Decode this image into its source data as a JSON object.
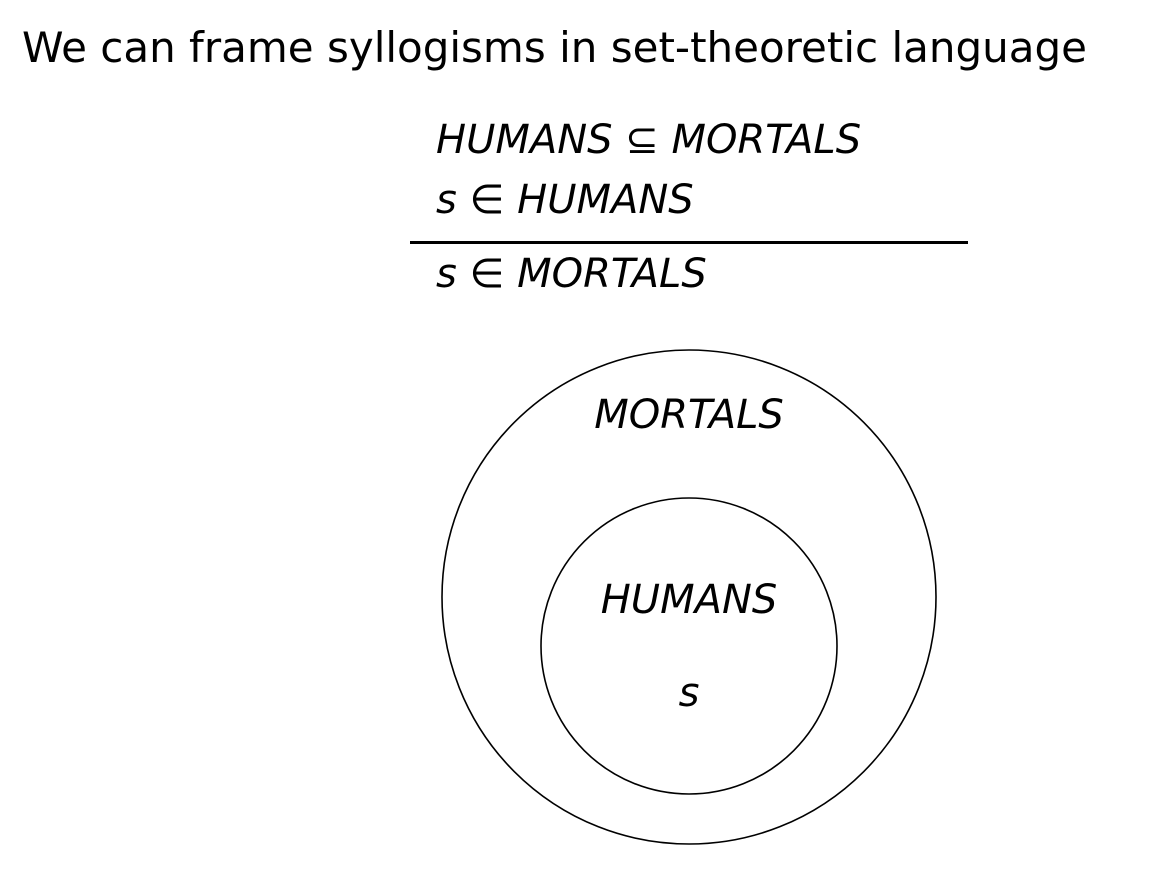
{
  "slide": {
    "title": "We can frame syllogisms in set-theoretic language"
  },
  "syllogism": {
    "premise_1": "HUMANS ⊆ MORTALS",
    "premise_2": "s ∈ HUMANS",
    "conclusion": "s ∈ MORTALS"
  },
  "venn": {
    "outer_label": "MORTALS",
    "inner_label": "HUMANS",
    "element_label": "s"
  }
}
